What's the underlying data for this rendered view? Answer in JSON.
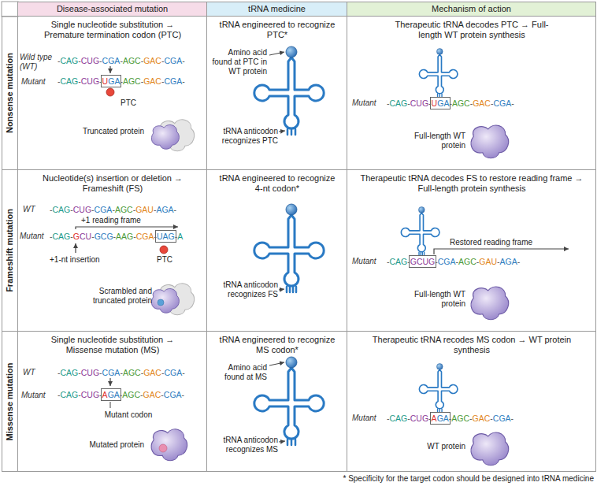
{
  "diagram": {
    "nodes": [
      {
        "text": [
          "Disease-associated mutation"
        ]
      },
      {
        "text": [
          "tRNA medicine"
        ]
      },
      {
        "text": [
          "Mechanism of action"
        ]
      },
      {
        "text": [
          "Nonsense mutation"
        ]
      },
      {
        "text": [
          "Single nucleotide substitution → Premature termination codon (PTC)",
          "Wild type (WT)",
          "-CAG-CUG-CGA-AGC-GAC-CGA-",
          "Mutant",
          "-CAG-CUG-UGA-AGC-GAC-CGA-",
          "PTC",
          "Truncated protein"
        ]
      },
      {
        "text": [
          "tRNA engineered to recognize PTC*",
          "Amino acid found at PTC in WT protein",
          "tRNA anticodon recognizes PTC"
        ]
      },
      {
        "text": [
          "Therapeutic tRNA decodes PTC → Full-length WT protein synthesis",
          "Mutant",
          "-CAG-CUG-UGA-AGC-GAC-CGA-",
          "Full-length WT protein"
        ]
      },
      {
        "text": [
          "Frameshift mutation"
        ]
      },
      {
        "text": [
          "Nucleotide(s) insertion or deletion → Frameshift (FS)",
          "WT",
          "-CAG-CUG-CGA-AGC-GAU-AGA-",
          "+1 reading frame",
          "Mutant",
          "-CAG-GCU-GCG-AAG-CGA-UAG-A",
          "+1-nt insertion",
          "PTC",
          "Scrambled and truncated protein"
        ]
      },
      {
        "text": [
          "tRNA engineered to recognize 4-nt codon*",
          "tRNA anticodon recognizes FS"
        ]
      },
      {
        "text": [
          "Therapeutic tRNA decodes FS to restore reading frame → Full-length protein synthesis",
          "Restored reading frame",
          "Mutant",
          "-CAG-GCUG-CGA-AGC-GAU-AGA-",
          "Full-length WT protein"
        ]
      },
      {
        "text": [
          "Missense mutation"
        ]
      },
      {
        "text": [
          "Single nucleotide substitution → Missense mutation (MS)",
          "WT",
          "-CAG-CUG-CGA-AGC-GAC-CGA-",
          "Mutant",
          "-CAG-CUG-AGA-AGC-GAC-CGA-",
          "Mutant codon",
          "Mutated protein"
        ]
      },
      {
        "text": [
          "tRNA engineered to recognize MS codon*",
          "Amino acid found at MS",
          "tRNA anticodon recognizes MS"
        ]
      },
      {
        "text": [
          "Therapeutic tRNA recodes MS codon → WT protein synthesis",
          "Mutant",
          "-CAG-CUG-AGA-AGC-GAC-CGA-",
          "WT protein"
        ]
      }
    ],
    "labels": [
      "* Specificity for the target codon should be designed into tRNA medicine"
    ]
  }
}
